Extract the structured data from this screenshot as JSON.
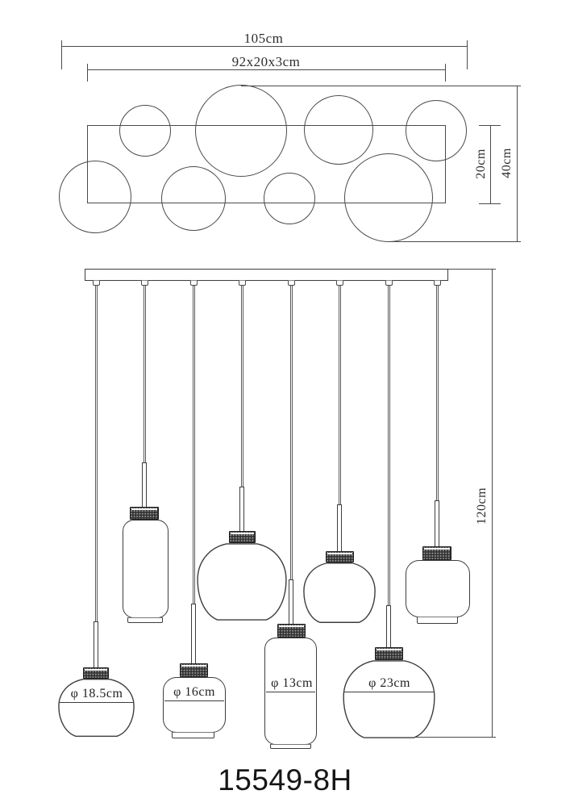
{
  "drawing": {
    "model": "15549-8H",
    "top_view": {
      "overall_width": "105cm",
      "canopy_size": "92x20x3cm",
      "canopy_depth": "20cm",
      "overall_depth": "40cm"
    },
    "front_view": {
      "drop_height": "120cm",
      "shades": [
        {
          "label": "φ 18.5cm"
        },
        {
          "label": "φ 16cm"
        },
        {
          "label": "φ 13cm"
        },
        {
          "label": "φ 23cm"
        }
      ]
    }
  }
}
